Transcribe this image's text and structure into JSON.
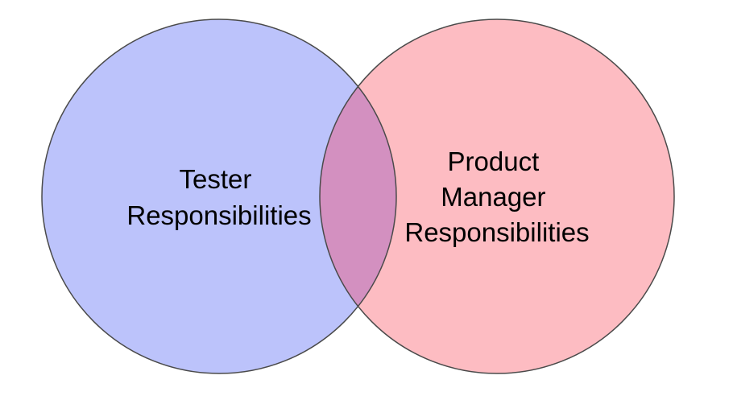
{
  "diagram": {
    "type": "venn",
    "sets": [
      {
        "lines": [
          "Tester",
          "Responsibilities"
        ],
        "fill": "#bcc3fb",
        "stroke": "#4a4a4a"
      },
      {
        "lines": [
          "Product",
          "Manager",
          "Responsibilities"
        ],
        "fill": "#fdbcc2",
        "stroke": "#4a4a4a"
      }
    ],
    "overlap_fill": "#d390c0"
  }
}
